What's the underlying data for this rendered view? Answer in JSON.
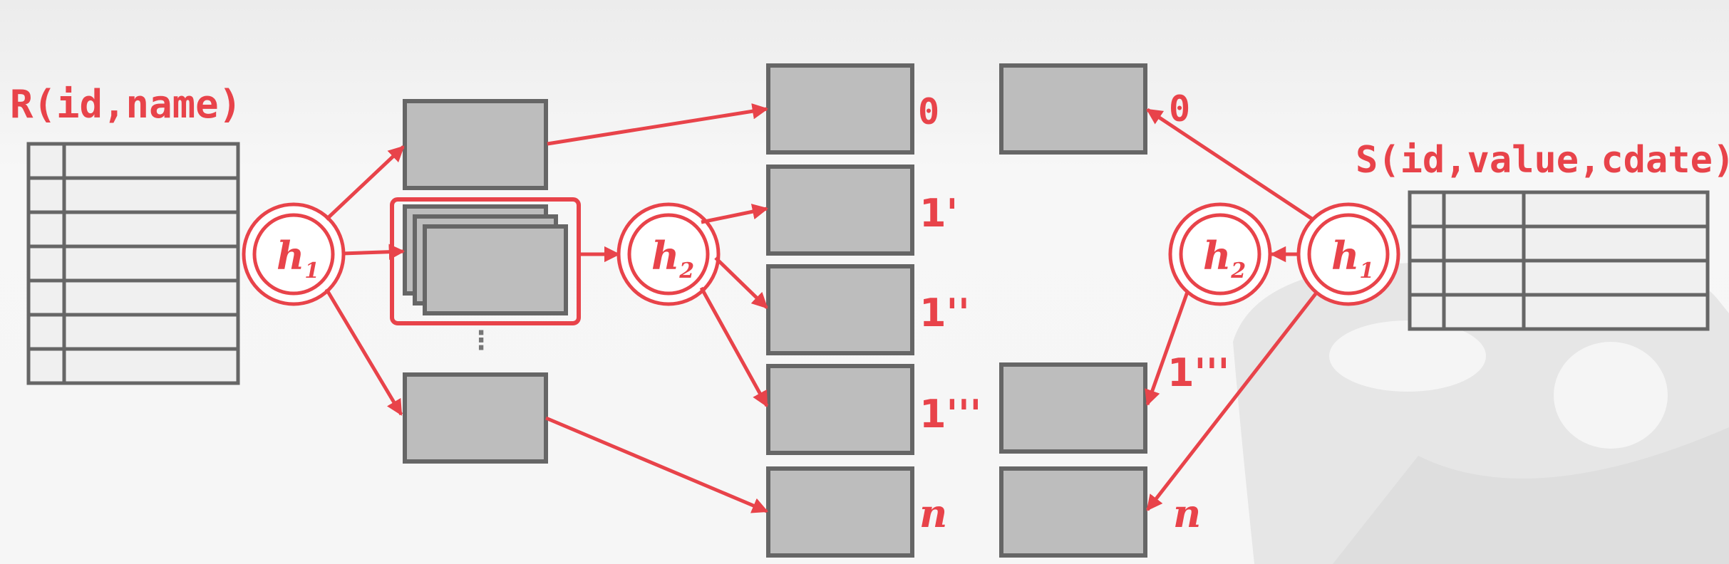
{
  "left_table": {
    "title": "R(id,name)"
  },
  "right_table": {
    "title": "S(id,value,cdate)"
  },
  "hash_functions": {
    "h1": {
      "base": "h",
      "sub": "1"
    },
    "h2": {
      "base": "h",
      "sub": "2"
    }
  },
  "left_partitions": [
    "0",
    "1'",
    "1''",
    "1'''",
    "n"
  ],
  "right_partitions": [
    "0",
    "1'''",
    "n"
  ],
  "ellipsis": "⋮",
  "colors": {
    "accent": "#e8434a",
    "box_fill": "#bdbdbd",
    "box_stroke": "#666666"
  }
}
